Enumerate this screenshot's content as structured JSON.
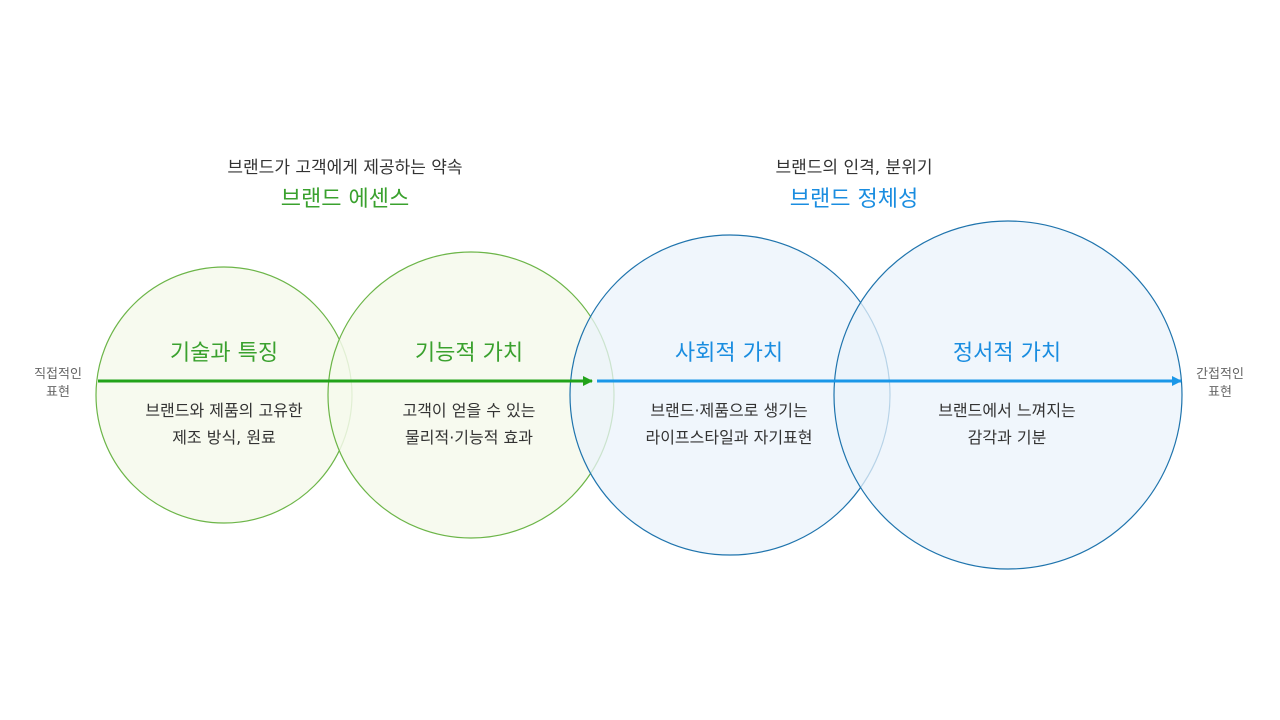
{
  "colors": {
    "green": "#3aa12e",
    "green_stroke": "#6cb548",
    "green_fill": "#f6f9ec",
    "green_arrow": "#22a31a",
    "blue": "#1a8de0",
    "blue_stroke": "#1f74ad",
    "blue_fill": "#ebf3fb",
    "blue_arrow": "#1a97e8"
  },
  "groups": {
    "essence": {
      "subtitle": "브랜드가 고객에게 제공하는 약속",
      "title": "브랜드 에센스"
    },
    "identity": {
      "subtitle": "브랜드의 인격, 분위기",
      "title": "브랜드 정체성"
    }
  },
  "axis": {
    "left_label": [
      "직접적인",
      "표현"
    ],
    "right_label": [
      "간접적인",
      "표현"
    ]
  },
  "circles": [
    {
      "title": "기술과 특징",
      "desc": [
        "브랜드와 제품의 고유한",
        "제조 방식, 원료"
      ]
    },
    {
      "title": "기능적 가치",
      "desc": [
        "고객이 얻을 수 있는",
        "물리적·기능적 효과"
      ]
    },
    {
      "title": "사회적 가치",
      "desc": [
        "브랜드·제품으로 생기는",
        "라이프스타일과 자기표현"
      ]
    },
    {
      "title": "정서적 가치",
      "desc": [
        "브랜드에서 느껴지는",
        "감각과 기분"
      ]
    }
  ]
}
